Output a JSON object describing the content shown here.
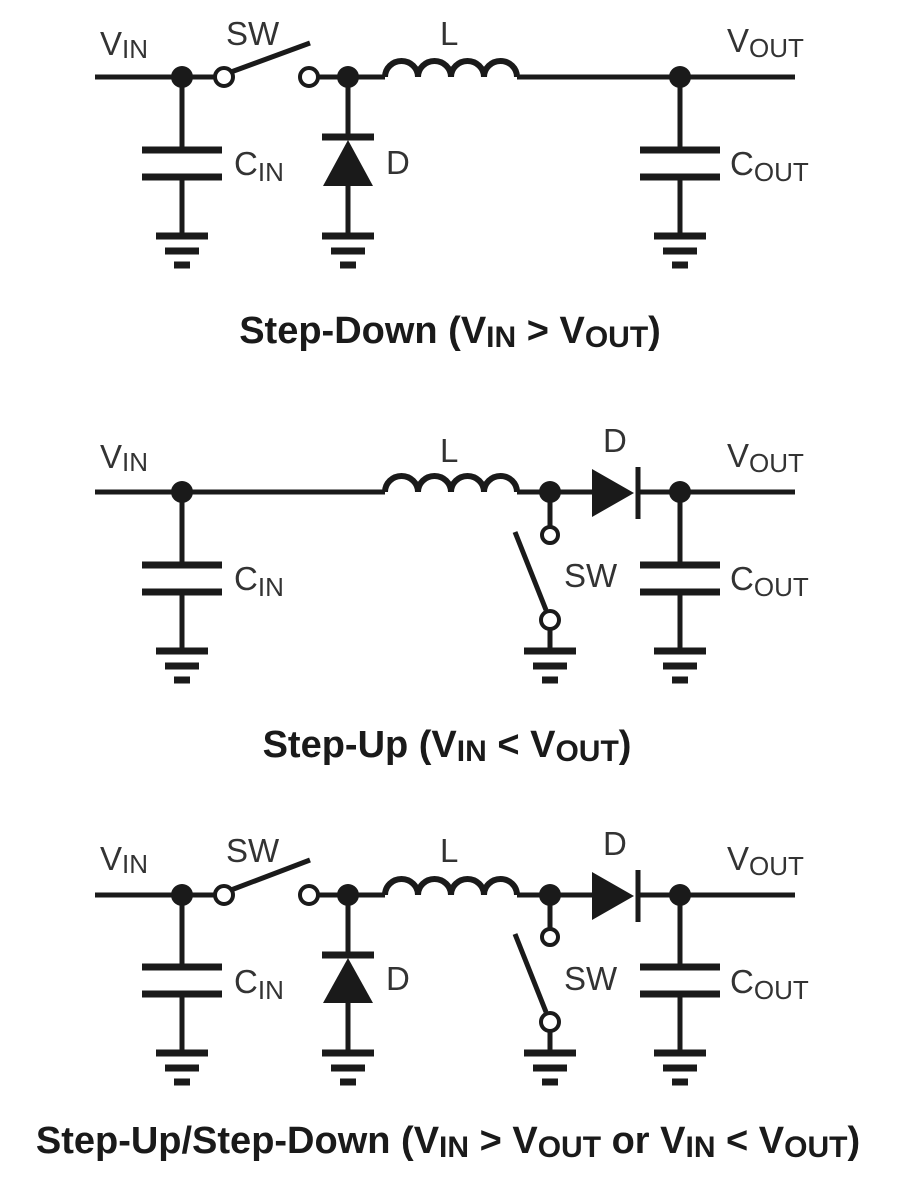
{
  "figure": {
    "colors": {
      "ink": "#1a1a1a",
      "label": "#333333",
      "background": "#ffffff"
    },
    "diagrams": [
      {
        "id": "step-down",
        "labels": {
          "vin_main": "V",
          "vin_sub": "IN",
          "sw": "SW",
          "inductor": "L",
          "diode": "D",
          "cin_main": "C",
          "cin_sub": "IN",
          "vout_main": "V",
          "vout_sub": "OUT",
          "cout_main": "C",
          "cout_sub": "OUT"
        },
        "caption": {
          "pre": "Step-Down (V",
          "sub1": "IN",
          "mid": " > V",
          "sub2": "OUT",
          "post": ")"
        }
      },
      {
        "id": "step-up",
        "labels": {
          "vin_main": "V",
          "vin_sub": "IN",
          "sw": "SW",
          "inductor": "L",
          "diode": "D",
          "cin_main": "C",
          "cin_sub": "IN",
          "vout_main": "V",
          "vout_sub": "OUT",
          "cout_main": "C",
          "cout_sub": "OUT"
        },
        "caption": {
          "pre": "Step-Up (V",
          "sub1": "IN",
          "mid": " < V",
          "sub2": "OUT",
          "post": ")"
        }
      },
      {
        "id": "step-up-step-down",
        "labels": {
          "vin_main": "V",
          "vin_sub": "IN",
          "sw1": "SW",
          "sw2": "SW",
          "inductor": "L",
          "diode1": "D",
          "diode2": "D",
          "cin_main": "C",
          "cin_sub": "IN",
          "vout_main": "V",
          "vout_sub": "OUT",
          "cout_main": "C",
          "cout_sub": "OUT"
        },
        "caption": {
          "pre": "Step-Up/Step-Down (V",
          "sub1": "IN",
          "mid": " > V",
          "sub2": "OUT",
          "mid2": " or V",
          "sub3": "IN",
          "mid3": " < V",
          "sub4": "OUT",
          "post": ")"
        }
      }
    ]
  }
}
